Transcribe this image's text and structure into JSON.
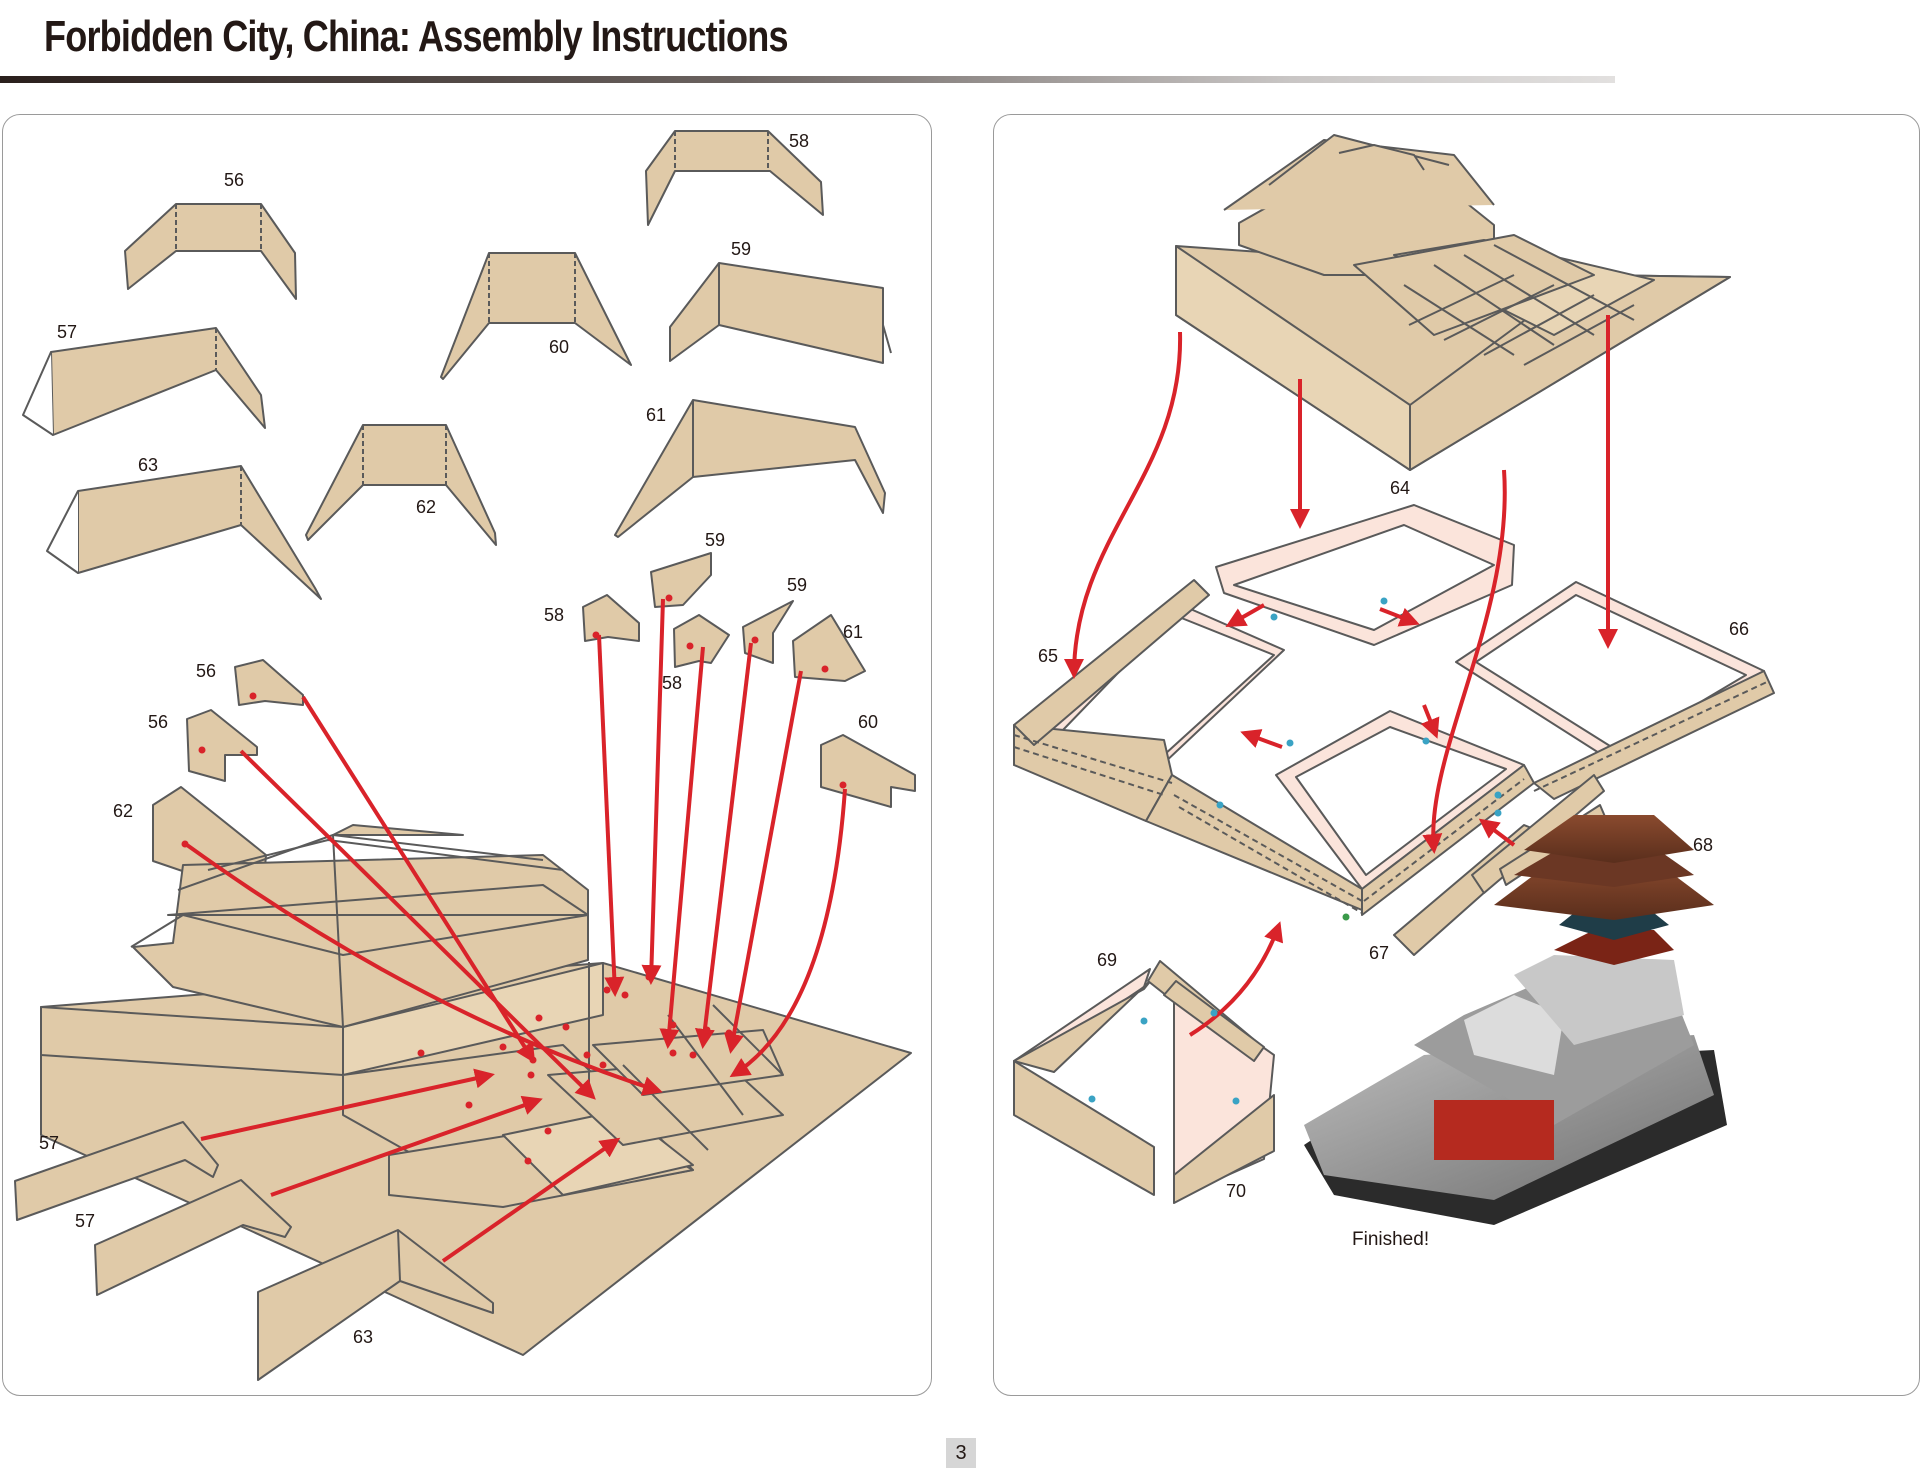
{
  "header": {
    "title": "Forbidden City, China: Assembly Instructions"
  },
  "left_panel": {
    "part_labels": [
      "56",
      "58",
      "59",
      "57",
      "60",
      "61",
      "63",
      "62",
      "59",
      "58",
      "59",
      "58",
      "61",
      "56",
      "56",
      "60",
      "62",
      "57",
      "57",
      "63"
    ]
  },
  "right_panel": {
    "part_labels": [
      "64",
      "65",
      "66",
      "68",
      "67",
      "69",
      "70"
    ],
    "finished_caption": "Finished!"
  },
  "footer": {
    "page_number": "3"
  },
  "colors": {
    "paper": "#e0caa8",
    "outline": "#5a5a5a",
    "arrow": "#d9232a",
    "dot_red": "#d9232a",
    "dot_blue": "#3aa3c4",
    "dot_green": "#3a9a4a",
    "inner": "#fbe4db"
  }
}
